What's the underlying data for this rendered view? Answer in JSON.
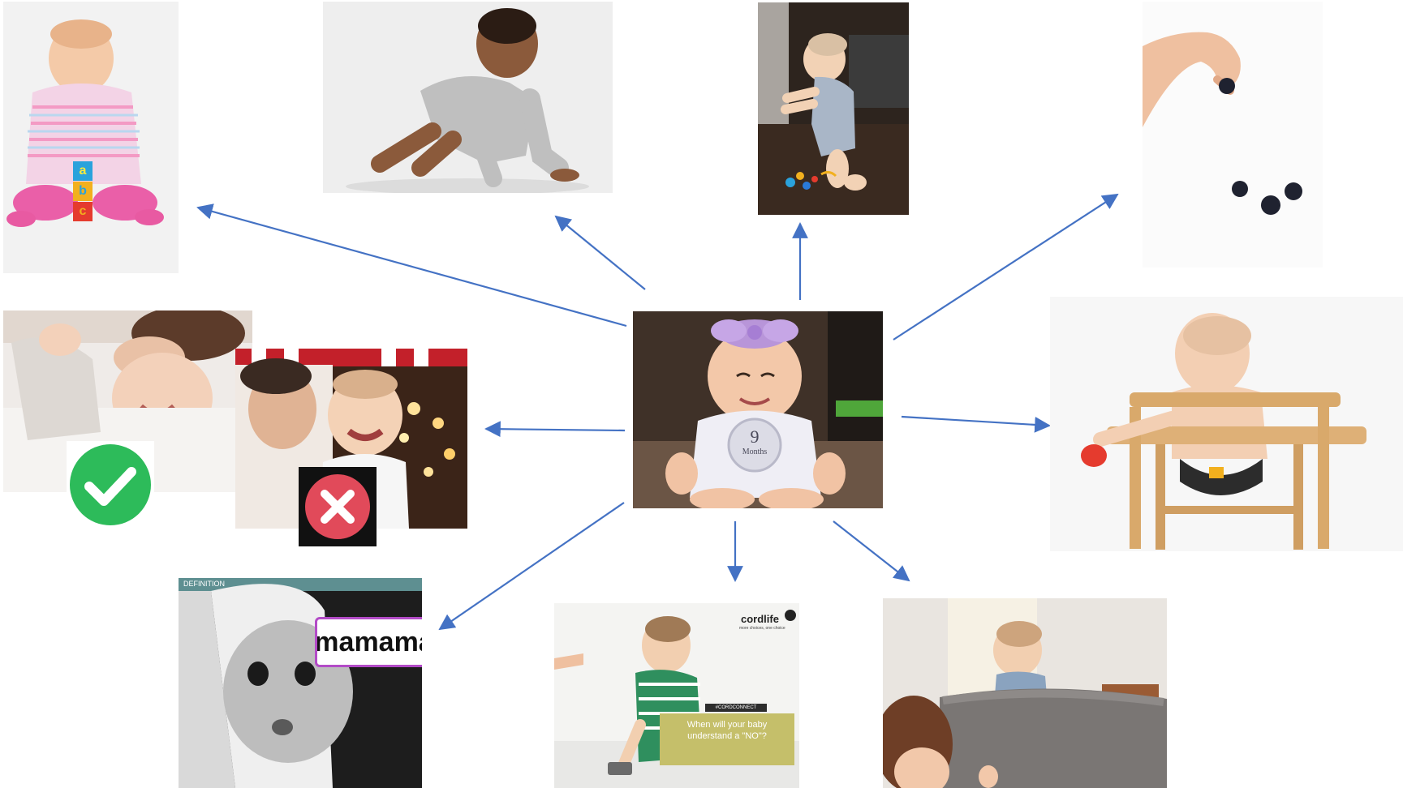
{
  "center": {
    "month_number": "9",
    "month_word": "Months"
  },
  "milestones": {
    "stacking_blocks": {
      "block_letters": [
        "a",
        "b",
        "c"
      ]
    },
    "crawling": {},
    "pulling_up": {},
    "pincer_grasp": {},
    "highchair_feeding": {},
    "stranger_anxiety": {
      "familiar_icon": "check-icon",
      "stranger_icon": "x-icon"
    },
    "babbling": {
      "header_label": "DEFINITION",
      "speech_text": "mamama"
    },
    "understanding_no": {
      "brand_name": "cordlife",
      "brand_tagline": "more choices, one choice",
      "box_header": "#CORDCONNECT",
      "box_text": "When will your baby understand a \"NO\"?"
    },
    "cruising": {}
  },
  "colors": {
    "arrow": "#4472c4",
    "check": "#2dbb5a",
    "cross": "#e14a5a"
  }
}
